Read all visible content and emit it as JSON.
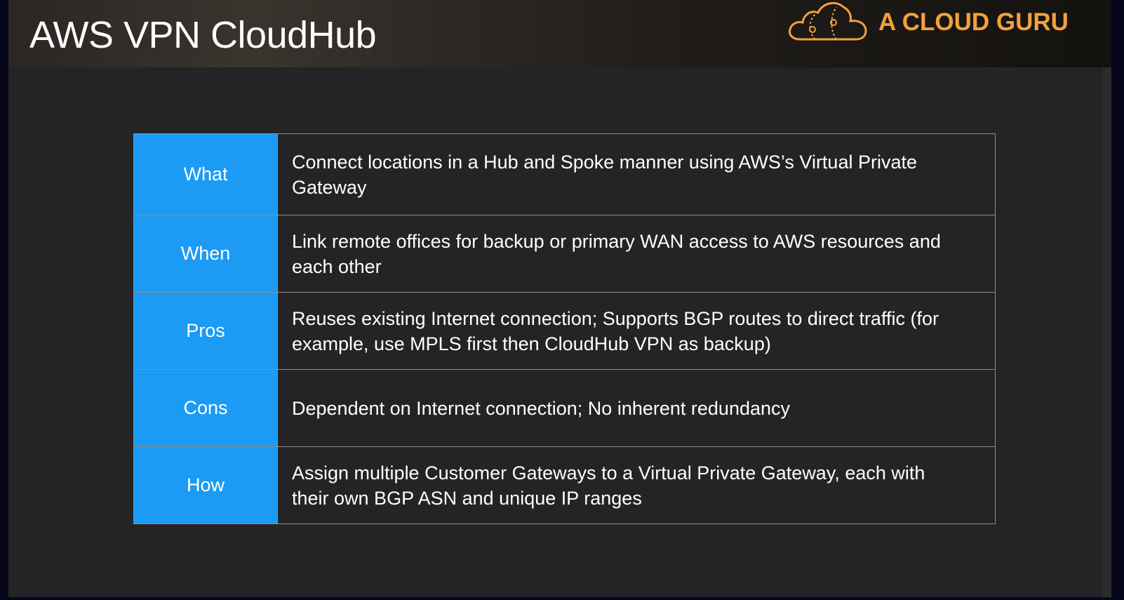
{
  "slide": {
    "title": "AWS VPN CloudHub",
    "brand": {
      "name": "A CLOUD GURU",
      "logo_icon": "cloud-logo-icon",
      "color": "#f3a13a"
    },
    "accent_color": "#1b9bf3"
  },
  "table": {
    "rows": [
      {
        "label": "What",
        "text": "Connect locations in a Hub and Spoke manner using AWS’s Virtual Private Gateway"
      },
      {
        "label": "When",
        "text": "Link remote offices for backup or primary WAN access to AWS resources and each other"
      },
      {
        "label": "Pros",
        "text": "Reuses existing Internet connection; Supports BGP routes to direct traffic (for example, use MPLS first then CloudHub VPN as backup)"
      },
      {
        "label": "Cons",
        "text": "Dependent on Internet connection; No inherent redundancy"
      },
      {
        "label": "How",
        "text": "Assign multiple Customer Gateways to a Virtual Private Gateway, each with their own BGP ASN and unique IP ranges"
      }
    ]
  }
}
